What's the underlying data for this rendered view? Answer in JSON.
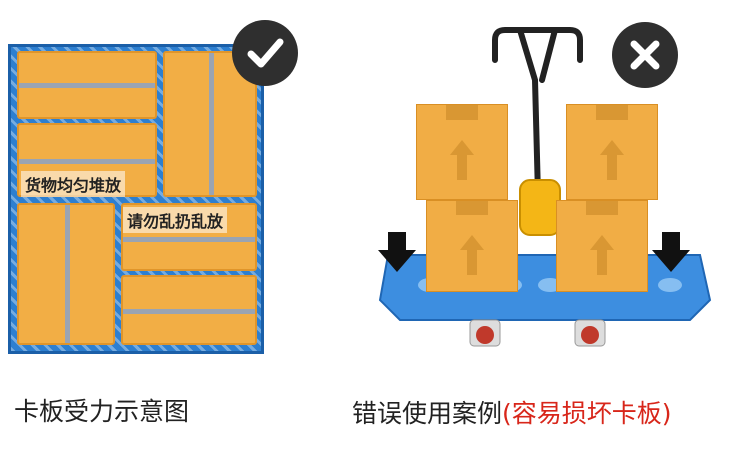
{
  "left": {
    "caption": "卡板受力示意图",
    "label_even": "货物均匀堆放",
    "label_no_throw": "请勿乱扔乱放",
    "badge_icon": "checkmark-icon"
  },
  "right": {
    "caption_main": "错误使用案例",
    "caption_warning": "(容易损坏卡板)",
    "badge_icon": "cross-icon",
    "warning_color": "#d8261a"
  },
  "colors": {
    "pallet_blue": "#2d7fd0",
    "box_orange": "#f2ae45",
    "badge_dark": "#2f2f2f"
  }
}
